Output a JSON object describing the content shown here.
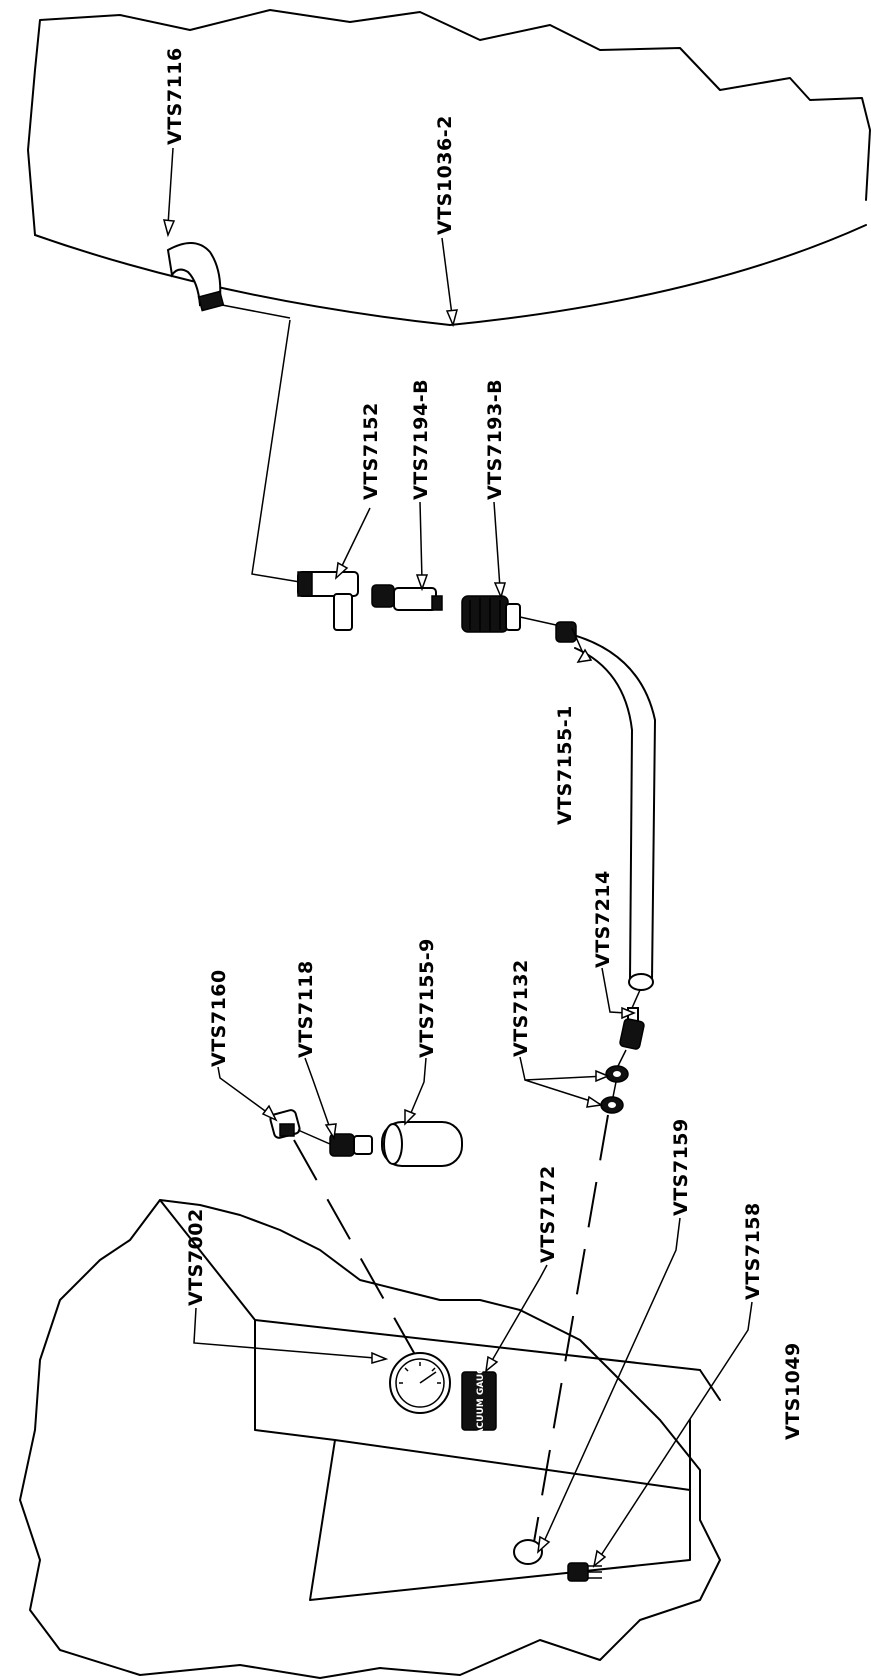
{
  "labels": {
    "vts7116": "VTS7116",
    "vts1036_2": "VTS1036-2",
    "vts7152": "VTS7152",
    "vts7194_b": "VTS7194-B",
    "vts7193_b": "VTS7193-B",
    "vts7155_1": "VTS7155-1",
    "vts7214": "VTS7214",
    "vts7132": "VTS7132",
    "vts7160": "VTS7160",
    "vts7118": "VTS7118",
    "vts7155_9": "VTS7155-9",
    "vts7172": "VTS7172",
    "vts7159": "VTS7159",
    "vts7158": "VTS7158",
    "vts7002": "VTS7002",
    "vts1049": "VTS1049"
  },
  "decal_text": "VACUUM GAUGE"
}
